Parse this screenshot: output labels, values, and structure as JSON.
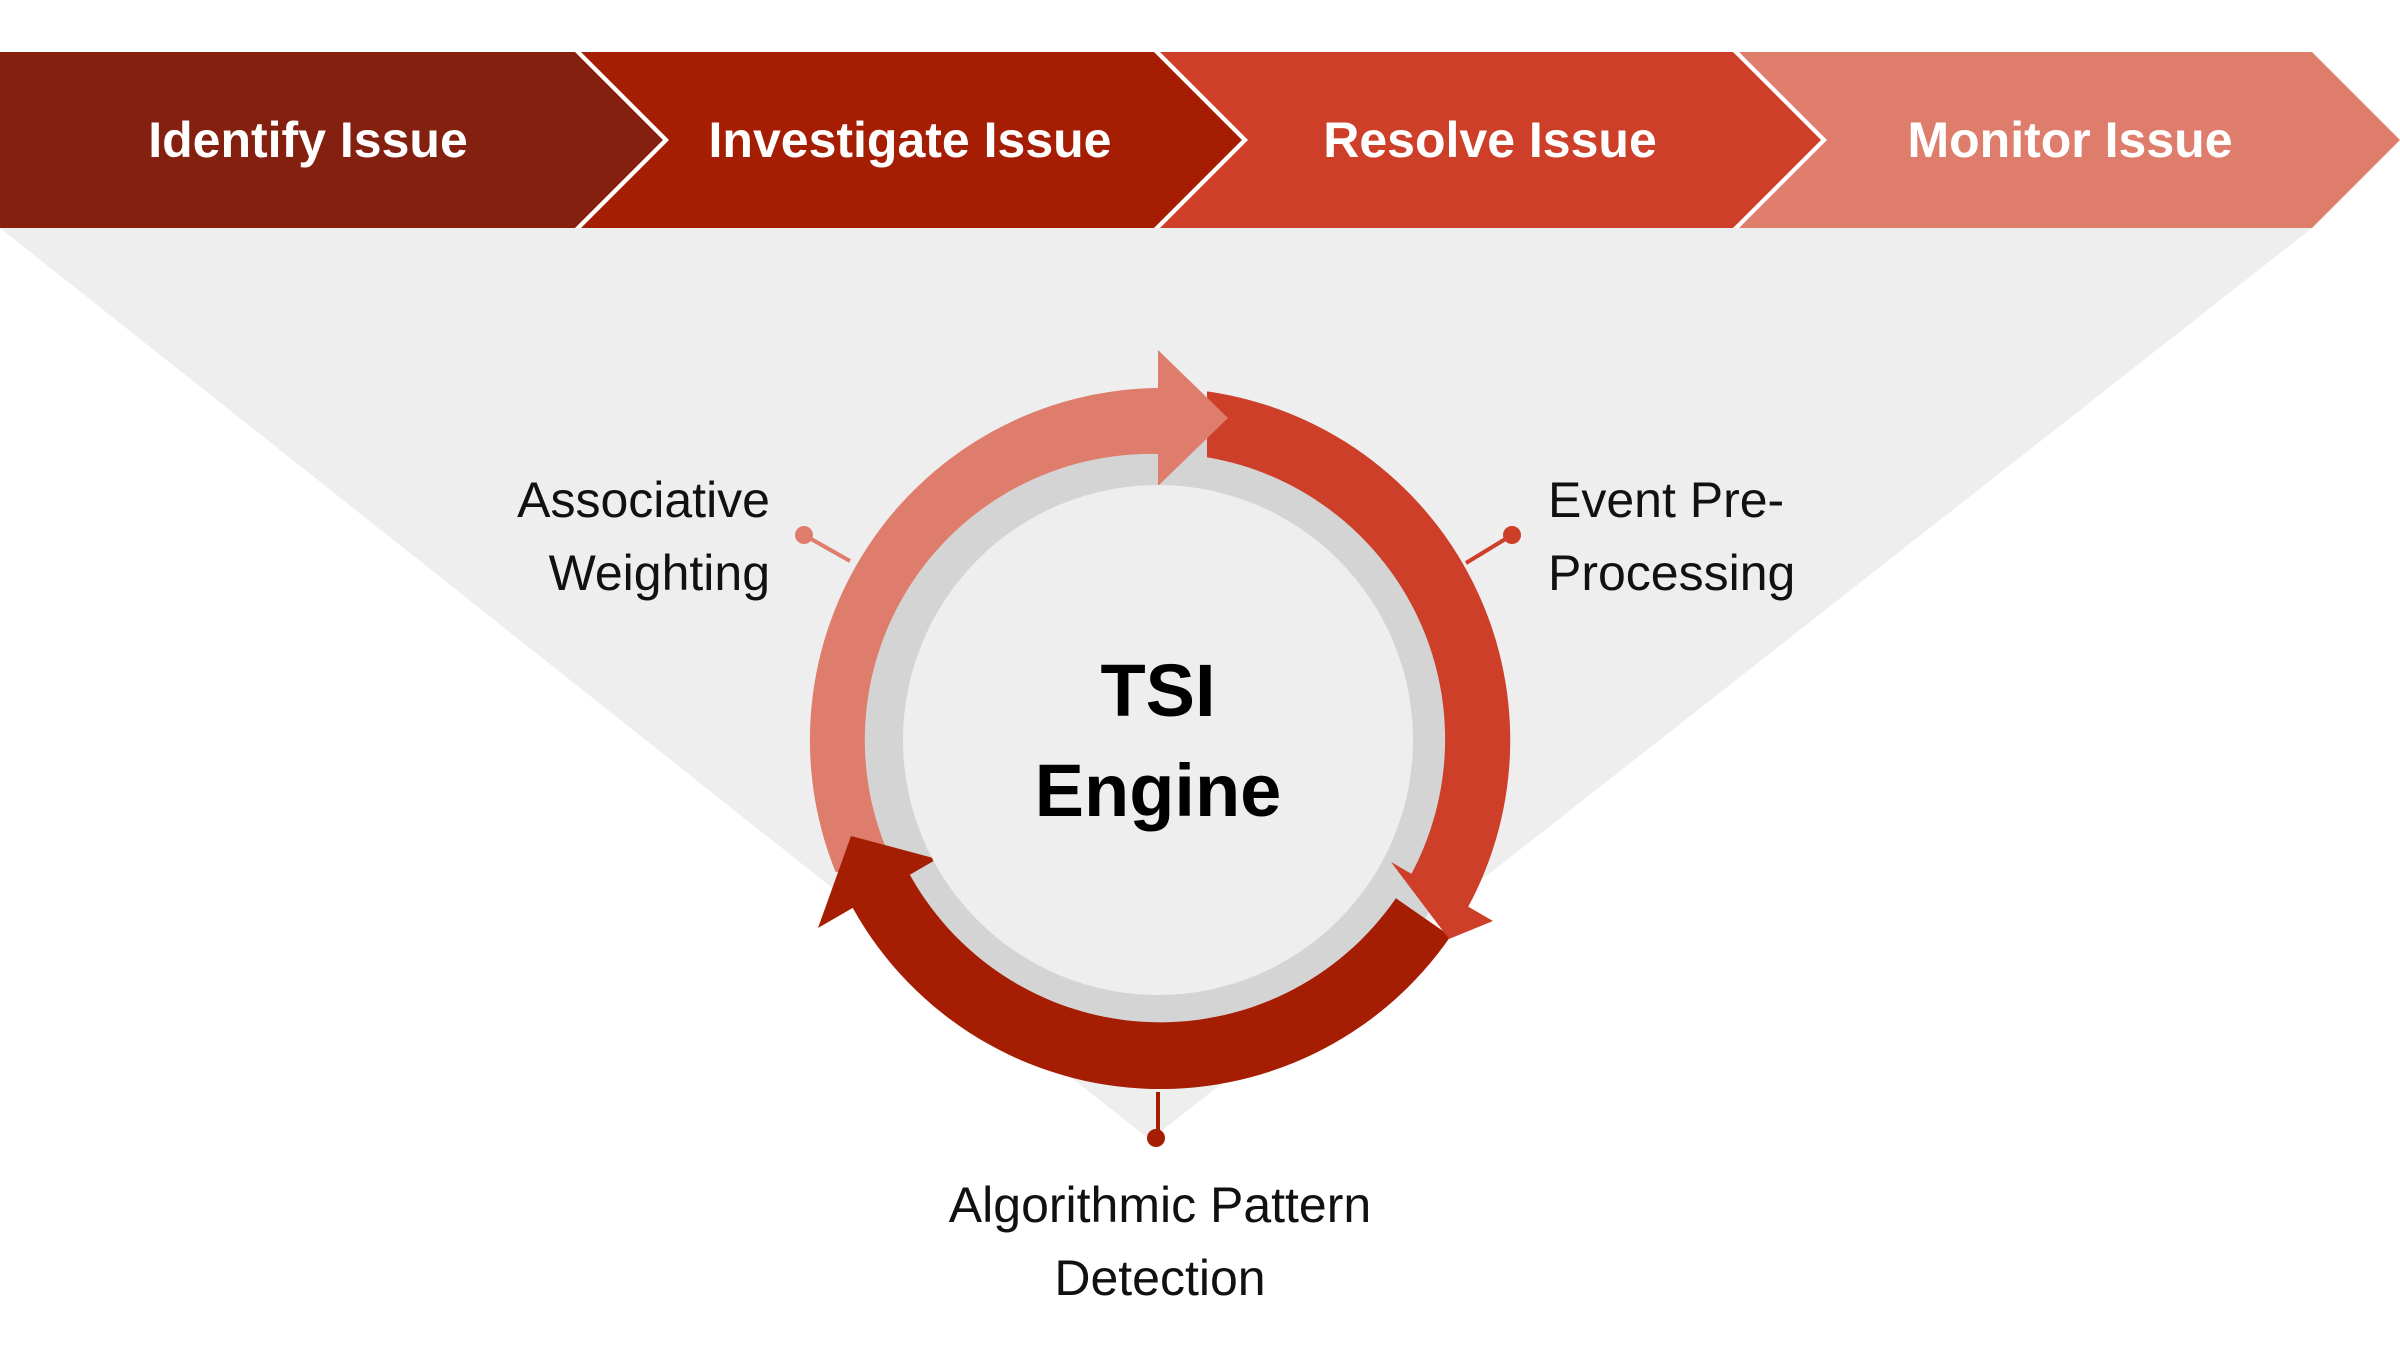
{
  "steps": [
    {
      "label": "Identify Issue",
      "color": "#84200F"
    },
    {
      "label": "Investigate Issue",
      "color": "#A51D02"
    },
    {
      "label": "Resolve Issue",
      "color": "#CD3F28"
    },
    {
      "label": "Monitor Issue",
      "color": "#DF7D6C"
    }
  ],
  "engine": {
    "line1": "TSI",
    "line2": "Engine"
  },
  "phases": {
    "associative": {
      "line1": "Associative",
      "line2": "Weighting",
      "color": "#DF7D6C"
    },
    "event": {
      "line1": "Event Pre-",
      "line2": "Processing",
      "color": "#CD3F28"
    },
    "algorithmic": {
      "line1": "Algorithmic Pattern",
      "line2": "Detection",
      "color": "#A51D02"
    }
  },
  "colors": {
    "funnel": "#EEEEEE",
    "ring_inner": "#D4D4D4",
    "center_disc": "#EEEEEE"
  }
}
